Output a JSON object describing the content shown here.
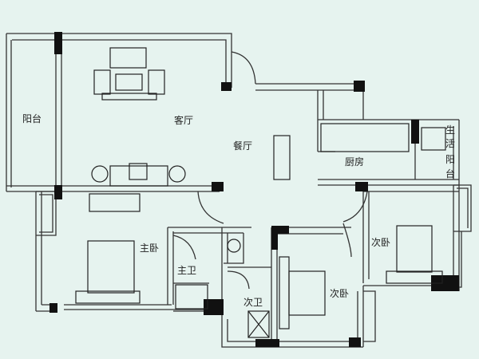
{
  "plan": {
    "rooms": {
      "balcony": "阳台",
      "living_room": "客厅",
      "dining_room": "餐厅",
      "kitchen": "厨房",
      "utility_balcony": [
        "生",
        "活",
        "阳",
        "台"
      ],
      "master_bedroom": "主卧",
      "master_bath": "主卫",
      "second_bath": "次卫",
      "second_bedroom": "次卧",
      "third_bedroom": "次卧"
    },
    "colors": {
      "background": "#e6f3ef",
      "wall": "#333333",
      "column": "#111111"
    }
  }
}
